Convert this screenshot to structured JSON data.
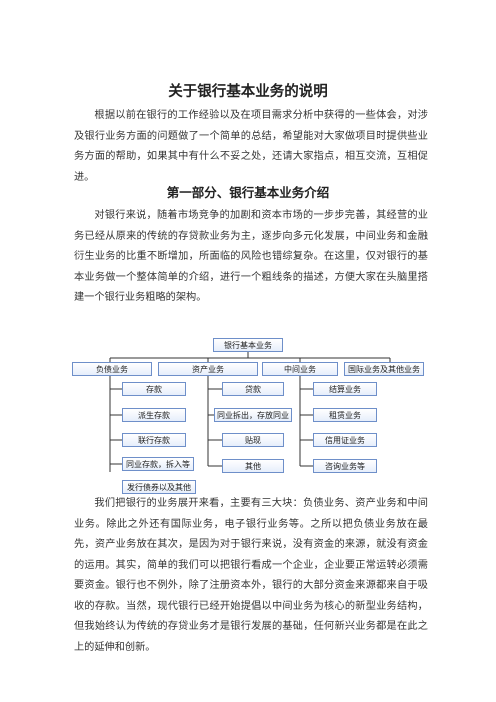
{
  "document": {
    "title": "关于银行基本业务的说明",
    "intro": "根据以前在银行的工作经验以及在项目需求分析中获得的一些体会，对涉及银行业务方面的问题做了一个简单的总结，希望能对大家做项目时提供些业务方面的帮助，如果其中有什么不妥之处，还请大家指点，相互交流，互相促进。",
    "section1_heading": "第一部分、银行基本业务介绍",
    "section1_para1": "对银行来说，随着市场竞争的加剧和资本市场的一步步完善，其经营的业务已经从原来的传统的存贷款业务为主，逐步向多元化发展，中间业务和金融衍生业务的比重不断增加，所面临的风险也错综复杂。在这里，仅对银行的基本业务做一个整体简单的介绍，进行一个粗线条的描述，方便大家在头脑里搭建一个银行业务粗略的架构。",
    "section1_para2": "我们把银行的业务展开来看，主要有三大块：负债业务、资产业务和中间业务。除此之外还有国际业务，电子银行业务等。之所以把负债业务放在最先，资产业务放在其次，是因为对于银行来说，没有资金的来源，就没有资金的运用。其实，简单的我们可以把银行看成一个企业，企业要正常运转必须需要资金。银行也不例外，除了注册资本外，银行的大部分资金来源都来自于吸收的存款。当然，现代银行已经开始提倡以中间业务为核心的新型业务结构，但我始终认为传统的存贷业务才是银行发展的基础，任何新兴业务都是在此之上的延伸和创新。"
  },
  "org_chart": {
    "root": "银行基本业务",
    "categories": [
      "负债业务",
      "资产业务",
      "中间业务",
      "国际业务及其他业务"
    ],
    "liability_items": [
      "存款",
      "派生存款",
      "联行存款",
      "同业存款，拆入等",
      "发行债券以及其他"
    ],
    "asset_items": [
      "贷款",
      "同业拆出，存放同业",
      "贴现",
      "其他"
    ],
    "intermediary_items": [
      "结算业务",
      "租赁业务",
      "信用证业务",
      "咨询业务等"
    ]
  }
}
